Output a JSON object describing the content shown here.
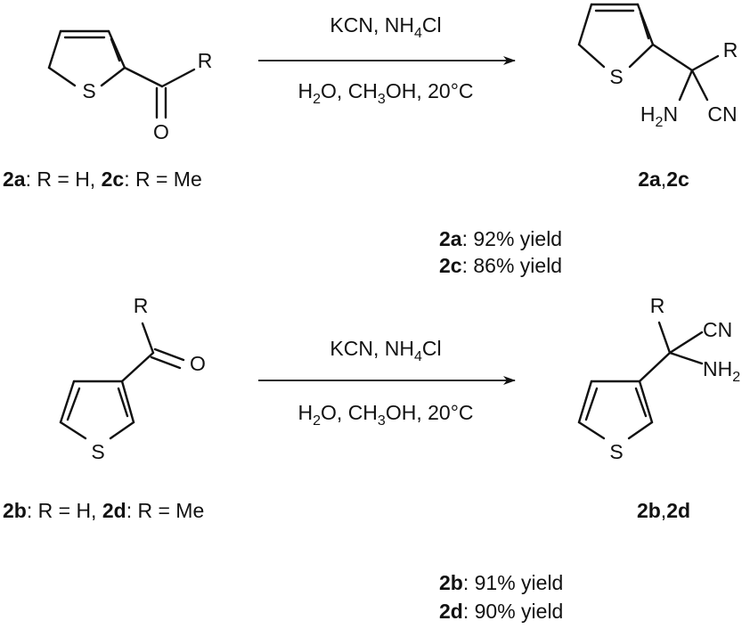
{
  "reaction_1": {
    "reagents_top": [
      "KCN, NH",
      "4",
      "Cl"
    ],
    "reagents_bottom": [
      "H",
      "2",
      "O, CH",
      "3",
      "OH, 20°C"
    ],
    "reactant": {
      "atom_s": "S",
      "atom_o": "O",
      "atom_r": "R",
      "label": [
        {
          "text": "2a",
          "bold": true
        },
        {
          "text": ": R = H, ",
          "bold": false
        },
        {
          "text": "2c",
          "bold": true
        },
        {
          "text": ": R = Me",
          "bold": false
        }
      ]
    },
    "product": {
      "atom_s": "S",
      "atom_r": "R",
      "amine": [
        "H",
        "2",
        "N"
      ],
      "nitrile": "CN",
      "label": [
        {
          "text": "2a",
          "bold": true
        },
        {
          "text": ",",
          "bold": false
        },
        {
          "text": "2c",
          "bold": true
        }
      ]
    },
    "yields": [
      {
        "compound": "2a",
        "text": ": 92% yield"
      },
      {
        "compound": "2c",
        "text": ": 86% yield"
      }
    ]
  },
  "reaction_2": {
    "reagents_top": [
      "KCN, NH",
      "4",
      "Cl"
    ],
    "reagents_bottom": [
      "H",
      "2",
      "O, CH",
      "3",
      "OH, 20°C"
    ],
    "reactant": {
      "atom_s": "S",
      "atom_o": "O",
      "atom_r": "R",
      "label": [
        {
          "text": "2b",
          "bold": true
        },
        {
          "text": ": R = H, ",
          "bold": false
        },
        {
          "text": "2d",
          "bold": true
        },
        {
          "text": ": R = Me",
          "bold": false
        }
      ]
    },
    "product": {
      "atom_s": "S",
      "atom_r": "R",
      "nitrile": "CN",
      "amine": [
        "NH",
        "2"
      ],
      "label": [
        {
          "text": "2b",
          "bold": true
        },
        {
          "text": ",",
          "bold": false
        },
        {
          "text": "2d",
          "bold": true
        }
      ]
    },
    "yields": [
      {
        "compound": "2b",
        "text": ": 91% yield"
      },
      {
        "compound": "2d",
        "text": ": 90% yield"
      }
    ]
  }
}
